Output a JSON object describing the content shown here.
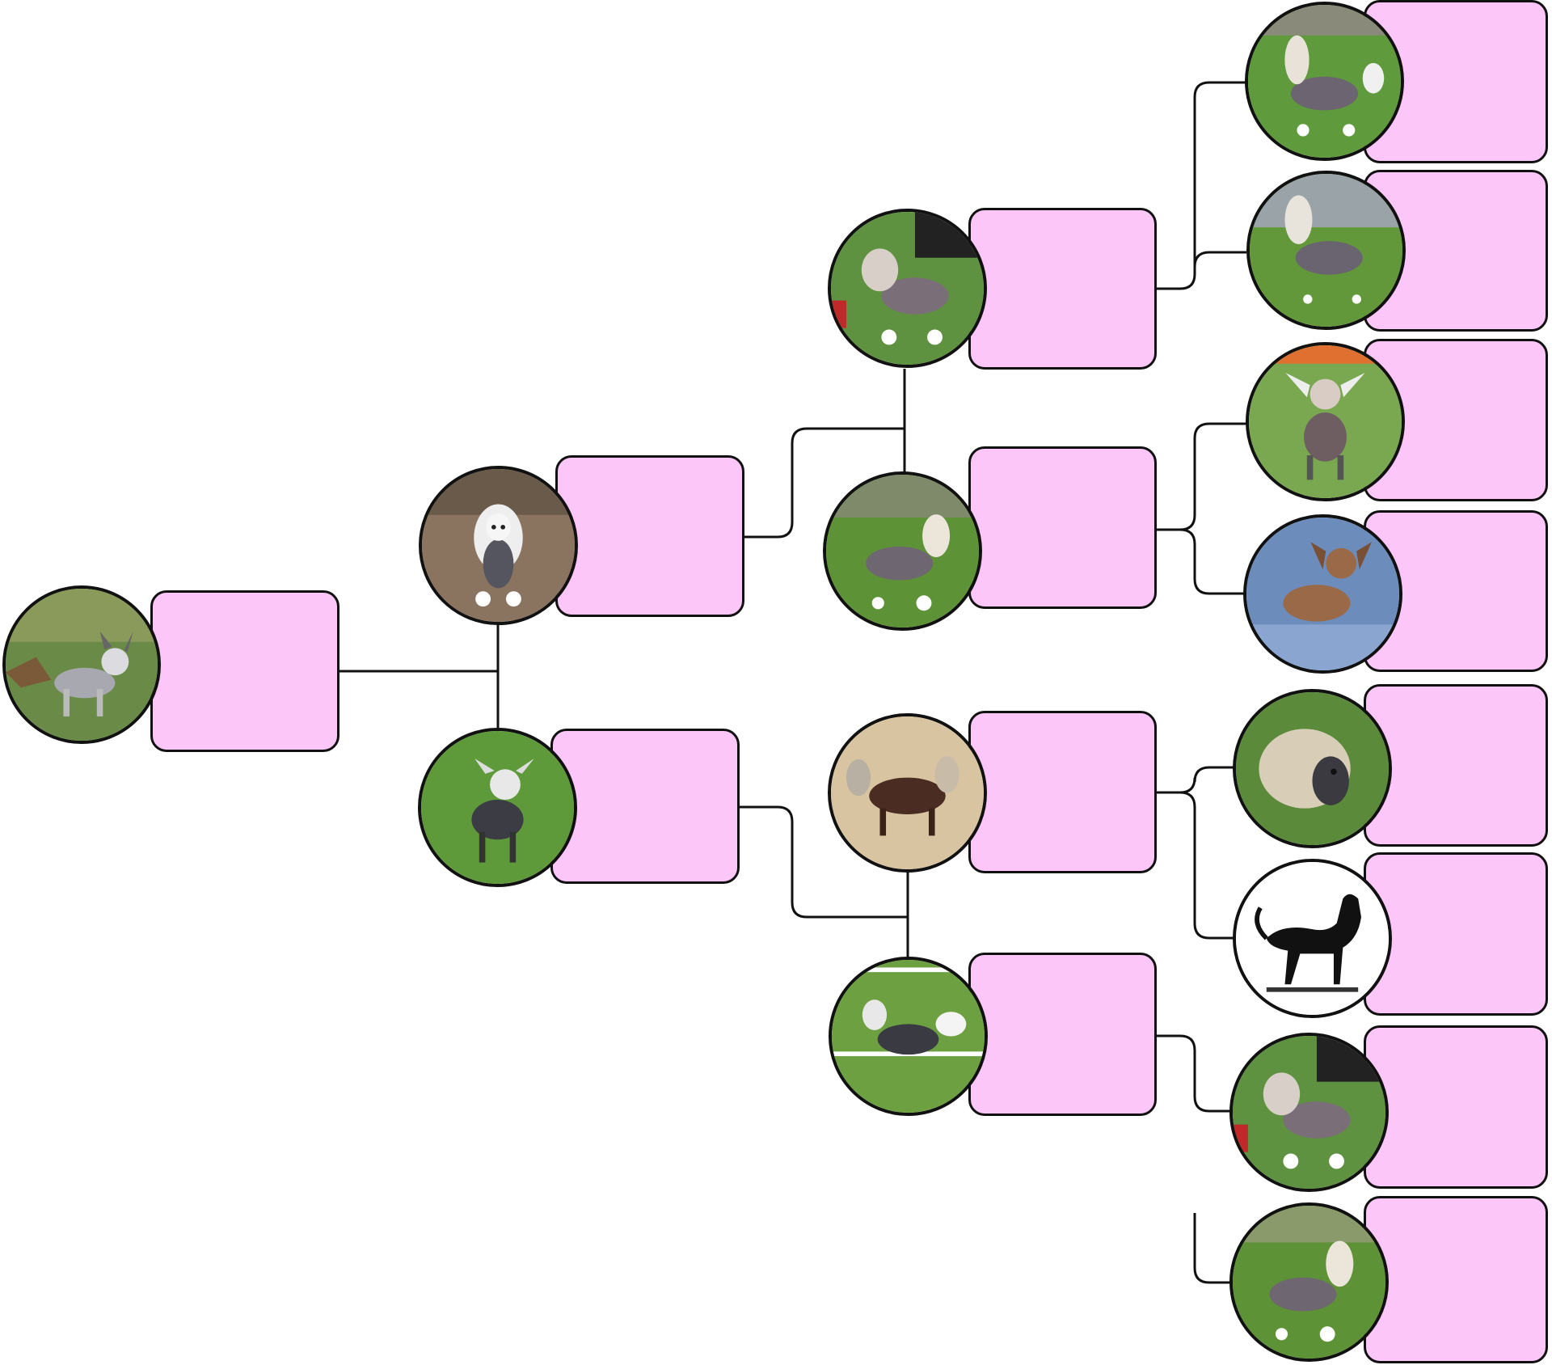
{
  "diagram": {
    "type": "pedigree-tree",
    "colors": {
      "box_fill": "#fcc7f8",
      "outline": "#111111",
      "background": "#ffffff"
    },
    "nodes": [
      {
        "id": "subject",
        "generation": 0,
        "photo": "dog-grey-puppy-on-grass",
        "label": ""
      },
      {
        "id": "sire",
        "generation": 1,
        "photo": "dog-white-crested-indoor",
        "label": ""
      },
      {
        "id": "dam",
        "generation": 1,
        "photo": "dog-dark-crested-on-grass",
        "label": ""
      },
      {
        "id": "sire-sire",
        "generation": 2,
        "photo": "dog-crested-with-handler",
        "label": ""
      },
      {
        "id": "sire-dam",
        "generation": 2,
        "photo": "dog-crested-standing-grass",
        "label": ""
      },
      {
        "id": "dam-sire",
        "generation": 2,
        "photo": "dog-brown-crested-sand",
        "label": ""
      },
      {
        "id": "dam-dam",
        "generation": 2,
        "photo": "dog-crested-show-ring",
        "label": ""
      },
      {
        "id": "ggp-1",
        "generation": 3,
        "photo": "dog-crested-standing-grass",
        "label": ""
      },
      {
        "id": "ggp-2",
        "generation": 3,
        "photo": "dog-crested-outdoor",
        "label": ""
      },
      {
        "id": "ggp-3",
        "generation": 3,
        "photo": "dog-crested-front-view",
        "label": ""
      },
      {
        "id": "ggp-4",
        "generation": 3,
        "photo": "dog-brown-crested-indoor",
        "label": ""
      },
      {
        "id": "ggp-5",
        "generation": 3,
        "photo": "dog-crested-head-closeup",
        "label": ""
      },
      {
        "id": "ggp-6",
        "generation": 3,
        "photo": "dog-silhouette-illustration",
        "label": ""
      },
      {
        "id": "ggp-7",
        "generation": 3,
        "photo": "dog-crested-with-handler",
        "label": ""
      },
      {
        "id": "ggp-8",
        "generation": 3,
        "photo": "dog-crested-standing-grass",
        "label": ""
      }
    ]
  }
}
